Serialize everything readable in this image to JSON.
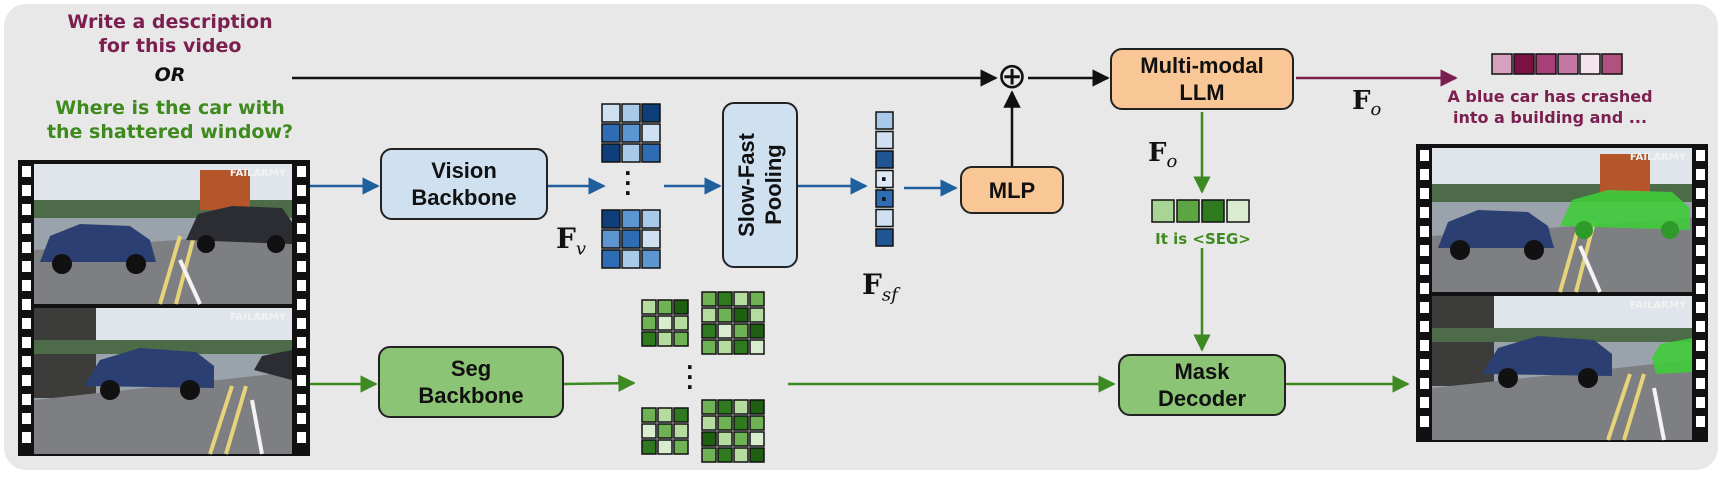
{
  "prompts": {
    "line1": "Write a description",
    "line2": "for this video",
    "or": "OR",
    "line3": "Where is the car with",
    "line4": "the shattered window?"
  },
  "modules": {
    "vision_backbone": [
      "Vision",
      "Backbone"
    ],
    "seg_backbone": [
      "Seg",
      "Backbone"
    ],
    "slow_fast_pooling": [
      "Slow-Fast",
      "Pooling"
    ],
    "mlp": "MLP",
    "llm": [
      "Multi-modal",
      "LLM"
    ],
    "mask_decoder": [
      "Mask",
      "Decoder"
    ]
  },
  "symbols": {
    "fv": {
      "base": "F",
      "sub": "v"
    },
    "fsf": {
      "base": "F",
      "sub": "sf"
    },
    "fo_right": {
      "base": "F",
      "sub": "o"
    },
    "fo_down": {
      "base": "F",
      "sub": "o"
    },
    "plus": "⊕"
  },
  "outputs": {
    "caption_line1": "A blue car has crashed",
    "caption_line2": "into a building and ...",
    "seg_text": "It is <SEG>",
    "watermark": "FAILARMY"
  },
  "colors": {
    "purple": "#7a1f4f",
    "green_text": "#3f8a1f",
    "green_arrow": "#3d8a23",
    "blue_arrow": "#1f5f9e",
    "black_arrow": "#111111",
    "vision_box": "#cfe1f1",
    "seg_box": "#8cc475",
    "llm_box": "#f9c796",
    "mask_highlight": "#3fcc3a"
  },
  "token_colors": {
    "caption": [
      "#d6a1bf",
      "#7a1142",
      "#a8407a",
      "#c678a5",
      "#f3e3ec",
      "#b0527f"
    ],
    "seg": [
      "#a8d596",
      "#5da543",
      "#2f7a1f",
      "#d9ecd0"
    ]
  },
  "feature_grids": {
    "vision_top": [
      "#cfe1f1",
      "#a8c9e8",
      "#0f3f7a",
      "#2e6db3",
      "#5c95cf",
      "#cfe1f1",
      "#0f3f7a",
      "#a8c9e8",
      "#2e6db3"
    ],
    "vision_bottom": [
      "#0f3f7a",
      "#5c95cf",
      "#a8c9e8",
      "#5c95cf",
      "#2e6db3",
      "#cfe1f1",
      "#2e6db3",
      "#a8c9e8",
      "#5c95cf"
    ],
    "sf_column": [
      "#a8c9e8",
      "#cfe1f1",
      "#1f5594",
      "#dce8f3",
      "#2e6db3",
      "#cfe1f1",
      "#1f5594"
    ],
    "seg_small_top": [
      "#b5dba1",
      "#6fb155",
      "#1f5f12",
      "#6fb155",
      "#d9ecd0",
      "#b5dba1",
      "#2f7a1f",
      "#b5dba1",
      "#6fb155"
    ],
    "seg_small_bottom": [
      "#6fb155",
      "#b5dba1",
      "#2f7a1f",
      "#d9ecd0",
      "#6fb155",
      "#b5dba1",
      "#2f7a1f",
      "#d9ecd0",
      "#6fb155"
    ],
    "seg_large_top": [
      "#6fb155",
      "#2f7a1f",
      "#b5dba1",
      "#6fb155",
      "#b5dba1",
      "#6fb155",
      "#1f5f12",
      "#b5dba1",
      "#2f7a1f",
      "#d9ecd0",
      "#6fb155",
      "#1f5f12",
      "#6fb155",
      "#b5dba1",
      "#2f7a1f",
      "#d9ecd0"
    ],
    "seg_large_bottom": [
      "#6fb155",
      "#2f7a1f",
      "#b5dba1",
      "#1f5f12",
      "#b5dba1",
      "#6fb155",
      "#2f7a1f",
      "#6fb155",
      "#1f5f12",
      "#b5dba1",
      "#6fb155",
      "#d9ecd0",
      "#6fb155",
      "#2f7a1f",
      "#b5dba1",
      "#1f5f12"
    ]
  }
}
